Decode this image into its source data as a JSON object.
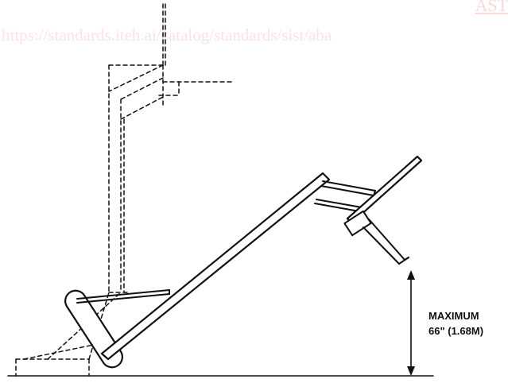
{
  "watermark": {
    "top_text": "AST",
    "url_text": "https://standards.iteh.ai/catalog/standards/sist/aba"
  },
  "dimension": {
    "line1": "MAXIMUM",
    "line2": "66\" (1.68M)"
  },
  "colors": {
    "ink": "#111111",
    "watermark": "#fbd9d9"
  }
}
